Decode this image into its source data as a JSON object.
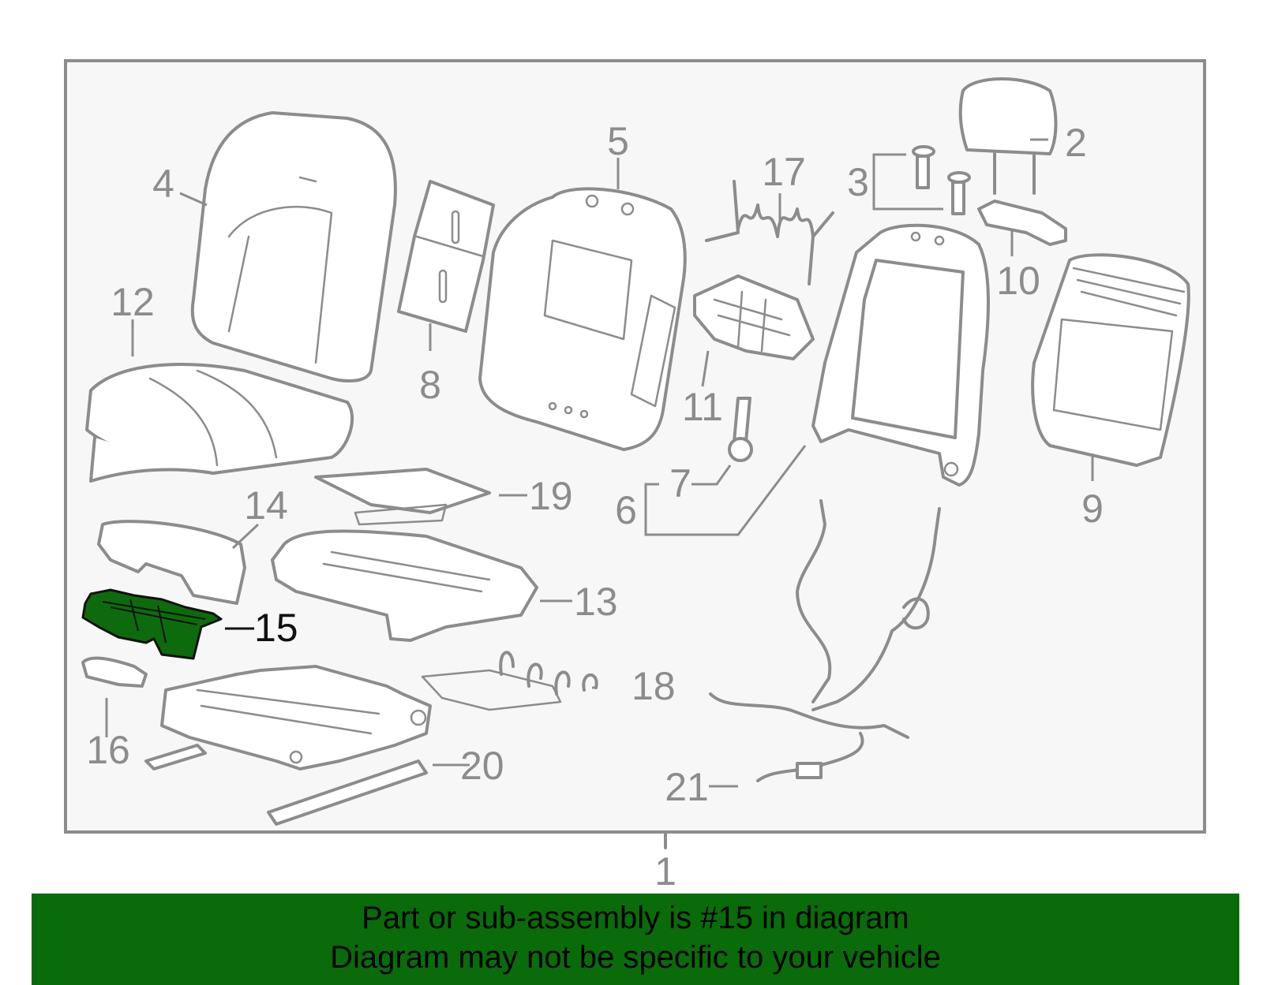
{
  "diagram": {
    "highlight_color": "#0d6b0d",
    "frame_color": "#8c8c8c",
    "callouts": [
      {
        "id": "1",
        "text": "1"
      },
      {
        "id": "2",
        "text": "2"
      },
      {
        "id": "3",
        "text": "3"
      },
      {
        "id": "4",
        "text": "4"
      },
      {
        "id": "5",
        "text": "5"
      },
      {
        "id": "6",
        "text": "6"
      },
      {
        "id": "7",
        "text": "7"
      },
      {
        "id": "8",
        "text": "8"
      },
      {
        "id": "9",
        "text": "9"
      },
      {
        "id": "10",
        "text": "10"
      },
      {
        "id": "11",
        "text": "11"
      },
      {
        "id": "12",
        "text": "12"
      },
      {
        "id": "13",
        "text": "13"
      },
      {
        "id": "14",
        "text": "14"
      },
      {
        "id": "15",
        "text": "15",
        "highlighted": true
      },
      {
        "id": "16",
        "text": "16"
      },
      {
        "id": "17",
        "text": "17"
      },
      {
        "id": "18",
        "text": "18"
      },
      {
        "id": "19",
        "text": "19"
      },
      {
        "id": "20",
        "text": "20"
      },
      {
        "id": "21",
        "text": "21"
      }
    ]
  },
  "banner": {
    "background": "#0a6b0a",
    "line1": "Part or sub-assembly is #15 in diagram",
    "line2": "Diagram may not be specific to your vehicle"
  }
}
